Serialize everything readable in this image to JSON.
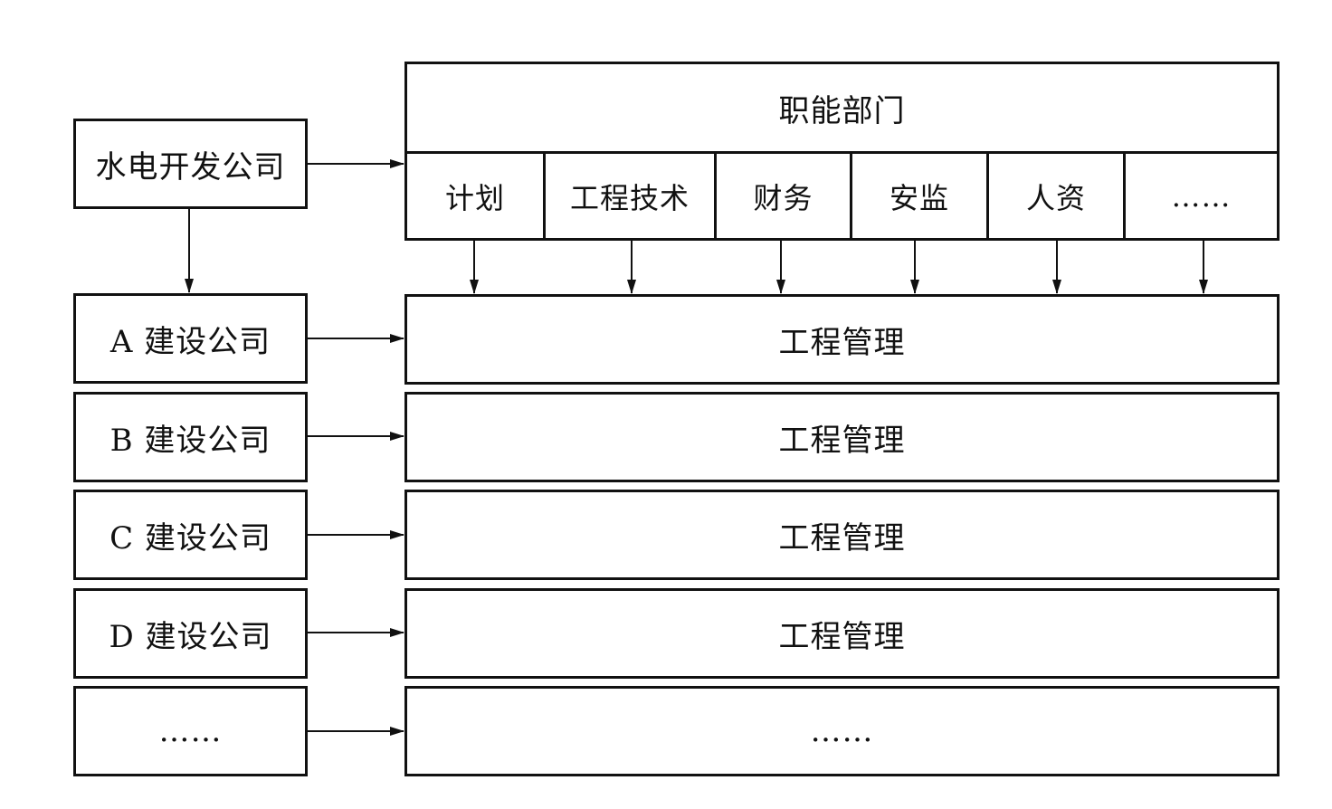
{
  "hq": {
    "label": "水电开发公司"
  },
  "functions": {
    "title": "职能部门",
    "departments": [
      "计划",
      "工程技术",
      "财务",
      "安监",
      "人资",
      "……"
    ]
  },
  "companies": [
    {
      "label": "A 建设公司",
      "management": "工程管理"
    },
    {
      "label": "B 建设公司",
      "management": "工程管理"
    },
    {
      "label": "C 建设公司",
      "management": "工程管理"
    },
    {
      "label": "D 建设公司",
      "management": "工程管理"
    },
    {
      "label": "……",
      "management": "……"
    }
  ]
}
